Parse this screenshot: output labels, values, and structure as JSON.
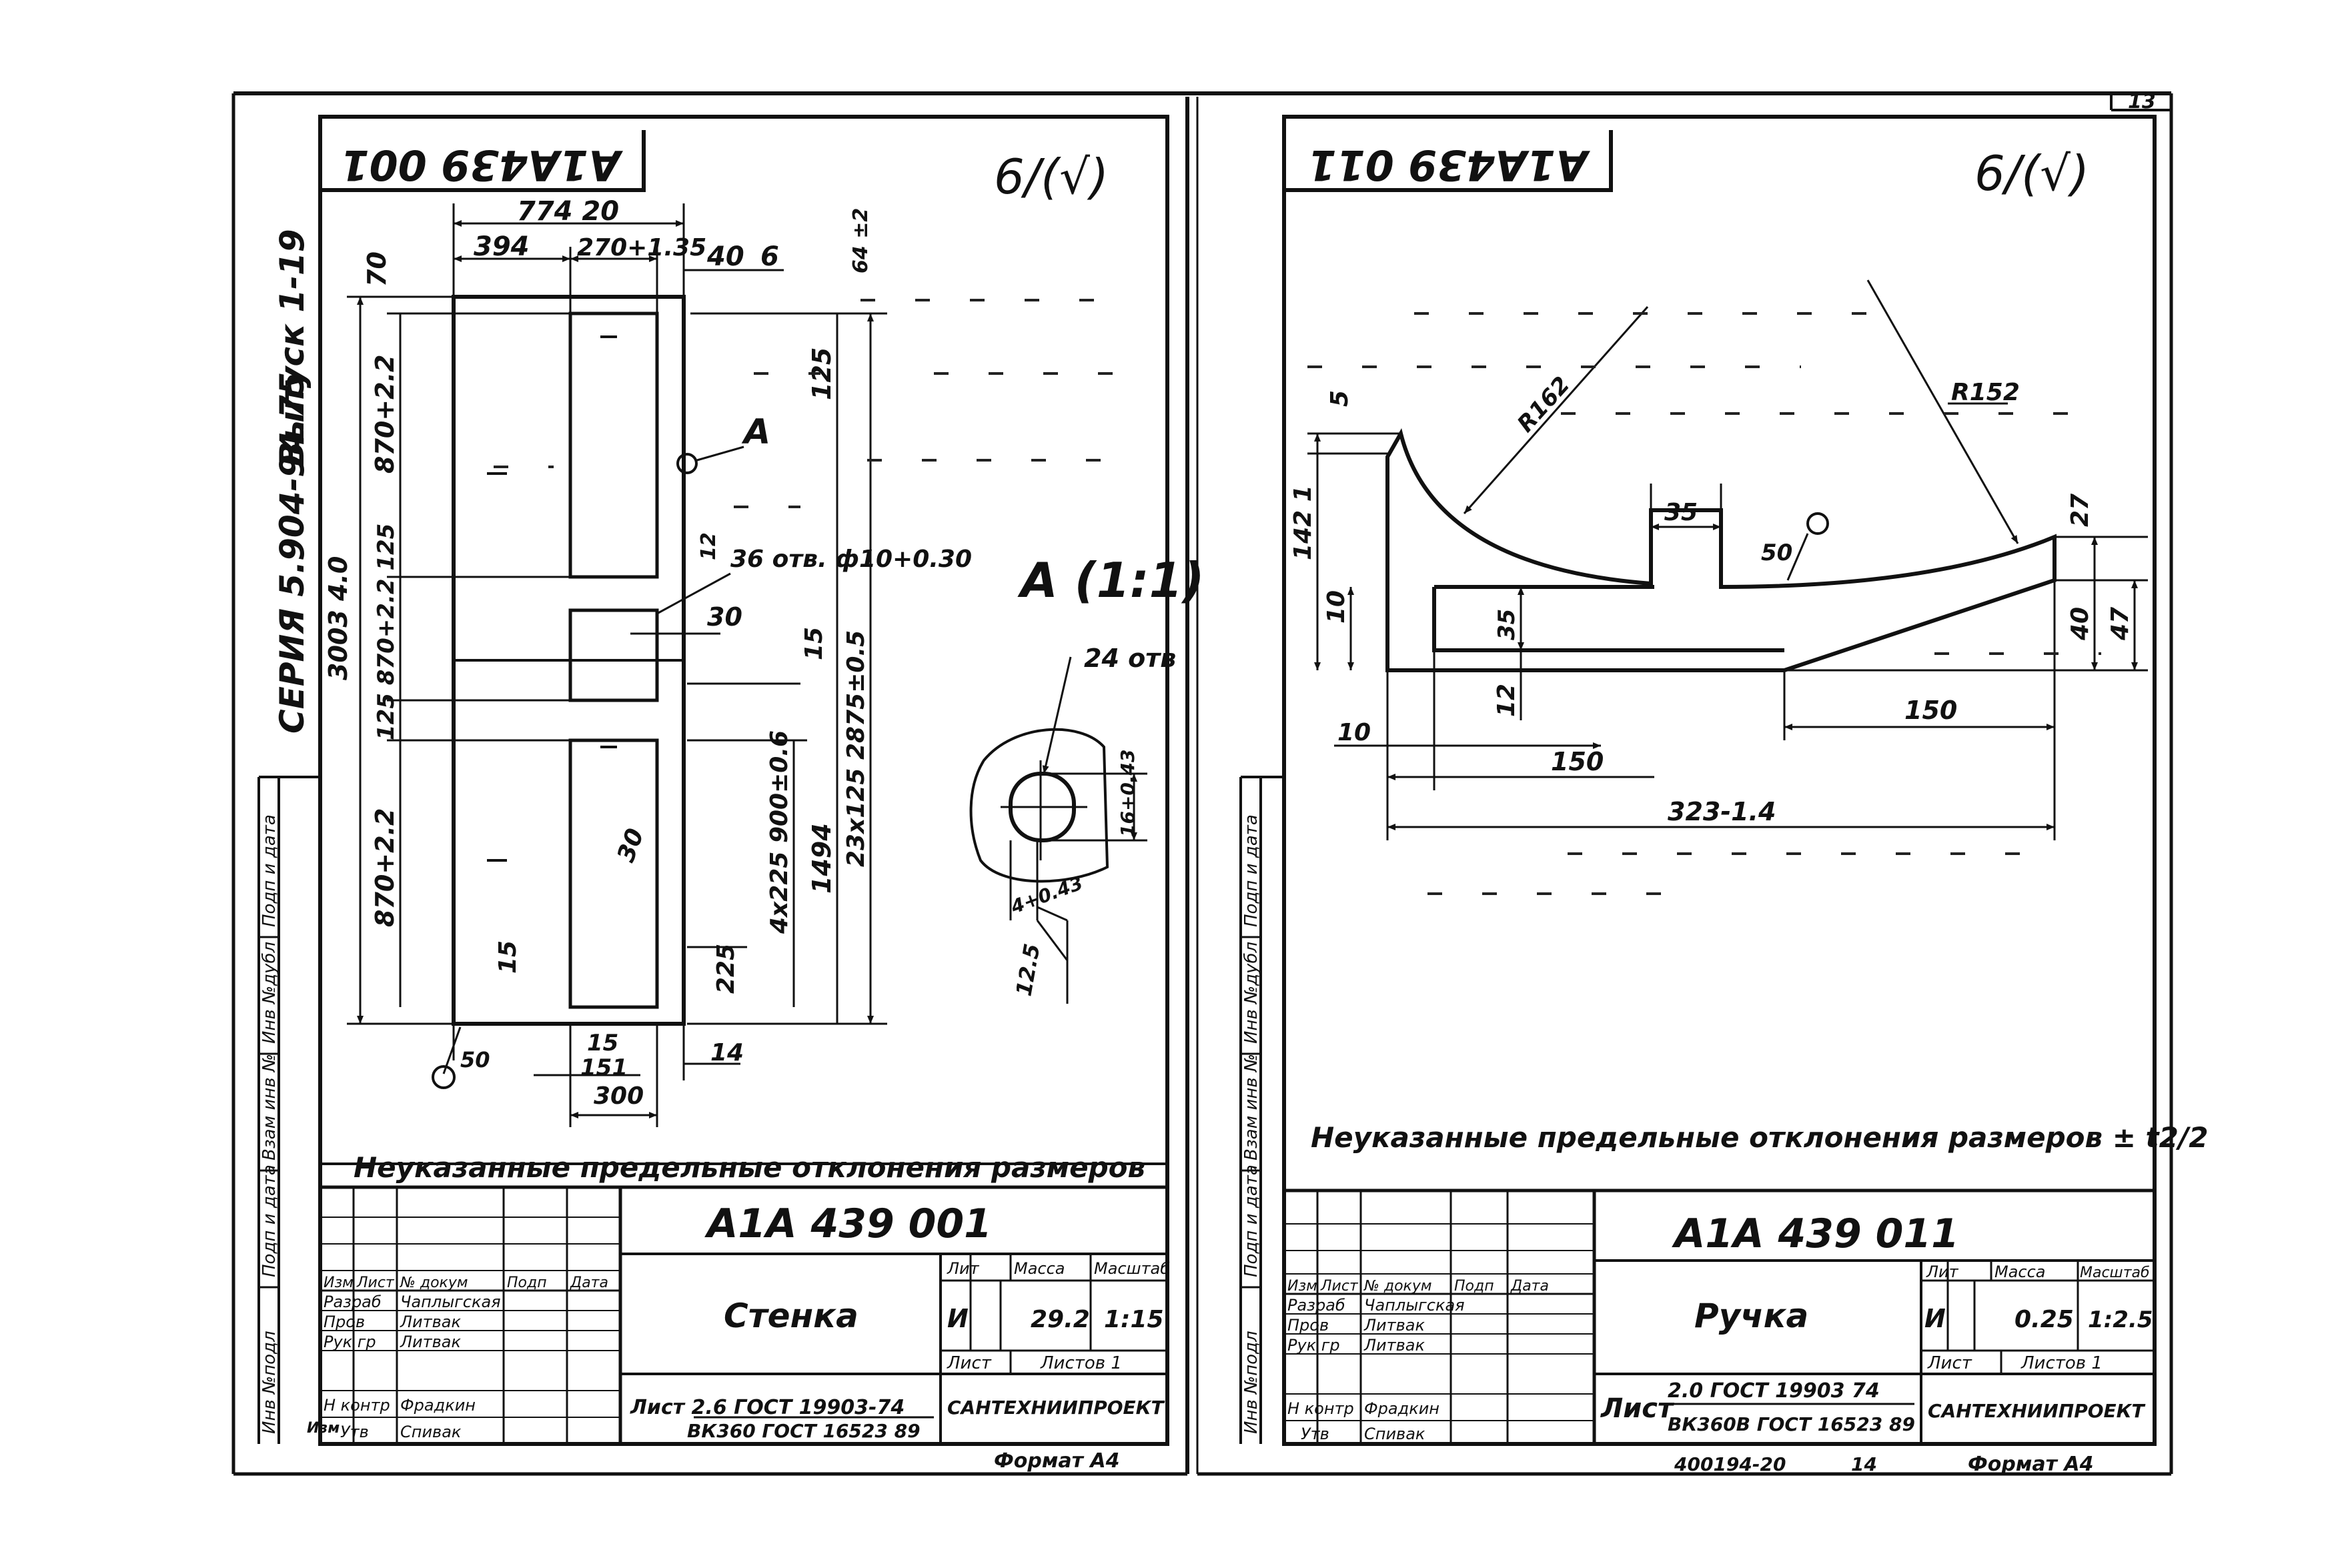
{
  "page_number": "13",
  "footer_center": "400194-20",
  "footer_sheet": "14",
  "left_sheet": {
    "stamp": "A1A439 001",
    "roughness": "6/(√)",
    "series_text": "СЕРИЯ 5.904-94.75",
    "issue_text": "Выпуск 1-19",
    "side_labels": [
      "Инв №подл",
      "Подп и дата",
      "Взам инв №",
      "Инв №дубл",
      "Подп и дата"
    ],
    "dims": {
      "overall_width": "774 20",
      "d394": "394",
      "d270": "270+1.35",
      "d40": "40",
      "d6": "6",
      "d64": "64 ±2",
      "d70": "70",
      "d870a": "870+2.2",
      "d125a": "125",
      "d3003": "3003 4.0",
      "d125_870": "125 870+2.2 125",
      "d870b": "870+2.2",
      "d36": "36 отв. ф10+0.30",
      "d30": "30",
      "d15a": "15",
      "d2875": "23x125 2875±0.5",
      "d1494": "1494",
      "d4x225": "4x225 900±0.6",
      "d225": "225",
      "d15b": "15",
      "d15c": "15",
      "d151": "151",
      "d300": "300",
      "d14": "14",
      "r50": "50",
      "r30": "30",
      "d12": "12",
      "label_a": "A"
    },
    "detail": {
      "title": "A (1:1)",
      "holes": "24 отв",
      "d16": "16+0.43",
      "d4": "4+0.43",
      "d125": "12.5"
    },
    "note": "Неуказанные предельные отклонения размеров",
    "title_block": {
      "designation": "А1А 439 001",
      "name": "Стенка",
      "litera_header": "Лит",
      "mass_header": "Масса",
      "scale_header": "Масштаб",
      "litera": "И",
      "mass": "29.2",
      "scale": "1:15",
      "sheet": "Лист",
      "sheets": "Листов 1",
      "material_top": "Лист 2.6 ГОСТ 19903-74",
      "material_bottom": "ВК360 ГОСТ 16523 89",
      "org": "САНТЕХНИИПРОЕКТ",
      "rows": [
        [
          "Изм",
          "Лист",
          "№ докум",
          "Подп",
          "Дата"
        ],
        [
          "Разраб",
          "Чаплыгская",
          "",
          "",
          ""
        ],
        [
          "Пров",
          "Литвак",
          "",
          "",
          ""
        ],
        [
          "Рук гр",
          "Литвак",
          "",
          "",
          ""
        ],
        [
          "",
          "",
          "",
          "",
          ""
        ],
        [
          "Н контр",
          "Фрадкин",
          "",
          "",
          ""
        ],
        [
          "Утв",
          "Спивак",
          "",
          "",
          ""
        ]
      ]
    },
    "format": "Формат А4"
  },
  "right_sheet": {
    "stamp": "A1A439 011",
    "roughness": "6/(√)",
    "side_labels": [
      "Инв №подл",
      "Подп и дата",
      "Взам инв №",
      "Инв №дубл",
      "Подп и дата"
    ],
    "dims": {
      "r162": "R162",
      "r152": "R152",
      "d5": "5",
      "d142": "142 1",
      "d10a": "10",
      "d35a": "35",
      "d35b": "35",
      "d50": "50",
      "d27": "27",
      "d40": "40",
      "d47": "47",
      "d12": "12",
      "d10b": "10",
      "d150a": "150",
      "d150b": "150",
      "d323": "323-1.4"
    },
    "note": "Неуказанные предельные отклонения размеров ± t2/2",
    "title_block": {
      "designation": "А1А 439 011",
      "name": "Ручка",
      "litera_header": "Лит",
      "mass_header": "Масса",
      "scale_header": "Масштаб",
      "litera": "И",
      "mass": "0.25",
      "scale": "1:2.5",
      "sheet": "Лист",
      "sheets": "Листов 1",
      "material_top": "2.0 ГОСТ 19903 74",
      "material_bottom": "ВК360В ГОСТ 16523 89",
      "material_prefix": "Лист",
      "org": "САНТЕХНИИПРОЕКТ",
      "rows": [
        [
          "Изм",
          "Лист",
          "№ докум",
          "Подп",
          "Дата"
        ],
        [
          "Разраб",
          "Чаплыгская",
          "",
          "",
          ""
        ],
        [
          "Пров",
          "Литвак",
          "",
          "",
          ""
        ],
        [
          "Рук гр",
          "Литвак",
          "",
          "",
          ""
        ],
        [
          "",
          "",
          "",
          "",
          ""
        ],
        [
          "Н контр",
          "Фрадкин",
          "",
          "",
          ""
        ],
        [
          "Утв",
          "Спивак",
          "",
          "",
          ""
        ]
      ]
    },
    "format": "Формат А4"
  }
}
